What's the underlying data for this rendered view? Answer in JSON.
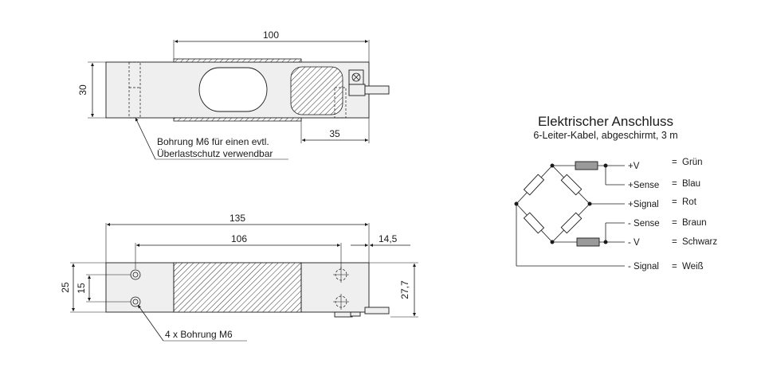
{
  "top_view": {
    "dim_length": "100",
    "dim_height": "30",
    "dim_offset": "35",
    "note_line1": "Bohrung M6 für einen evtl.",
    "note_line2": "Überlastschutz verwendbar"
  },
  "side_view": {
    "dim_total": "135",
    "dim_holes": "106",
    "dim_end": "14,5",
    "dim_height": "25",
    "dim_hole_spacing": "15",
    "dim_total_height": "27,7",
    "note": "4 x Bohrung M6"
  },
  "connection": {
    "title": "Elektrischer Anschluss",
    "subtitle": "6-Leiter-Kabel, abgeschirmt, 3 m",
    "wires": [
      {
        "signal": "+V",
        "color": "Grün"
      },
      {
        "signal": "+Sense",
        "color": "Blau"
      },
      {
        "signal": "+Signal",
        "color": "Rot"
      },
      {
        "signal": "- Sense",
        "color": "Braun"
      },
      {
        "signal": "- V",
        "color": "Schwarz"
      },
      {
        "signal": "- Signal",
        "color": "Weiß"
      }
    ],
    "equals": "="
  }
}
